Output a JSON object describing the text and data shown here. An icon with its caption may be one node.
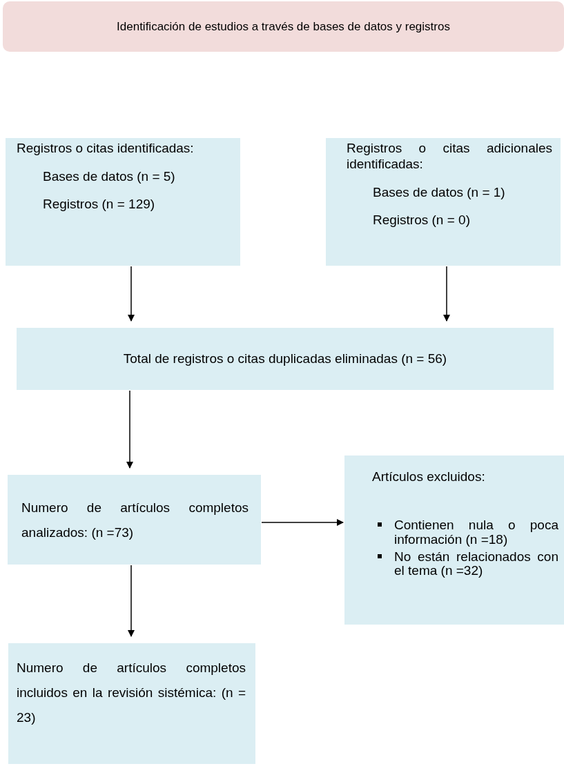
{
  "diagram": {
    "title": "Identificación de estudios a través de bases de datos y registros",
    "nodes": [
      {
        "text": [
          "Registros o citas identificadas:",
          "Bases de datos (n = 5)",
          "Registros (n = 129)"
        ]
      },
      {
        "text": [
          "Registros o citas adicionales identificadas:",
          "Bases de datos (n = 1)",
          "Registros (n = 0)"
        ]
      },
      {
        "text": [
          "Total de registros o citas duplicadas eliminadas (n = 56)"
        ]
      },
      {
        "text": [
          "Numero de artículos completos analizados: (n =73)"
        ]
      },
      {
        "text": [
          "Artículos excluidos:",
          "Contienen nula o poca información (n =18)",
          "No están relacionados con el tema (n =32)"
        ]
      },
      {
        "text": [
          "Numero de artículos completos incluidos en la revisión sistémica: (n = 23)"
        ]
      }
    ],
    "edges": [
      {
        "from": 0,
        "to": 2,
        "arrow": "to"
      },
      {
        "from": 1,
        "to": 2,
        "arrow": "to"
      },
      {
        "from": 2,
        "to": 3,
        "arrow": "to"
      },
      {
        "from": 3,
        "to": 4,
        "arrow": "to"
      },
      {
        "from": 3,
        "to": 5,
        "arrow": "to"
      }
    ]
  }
}
